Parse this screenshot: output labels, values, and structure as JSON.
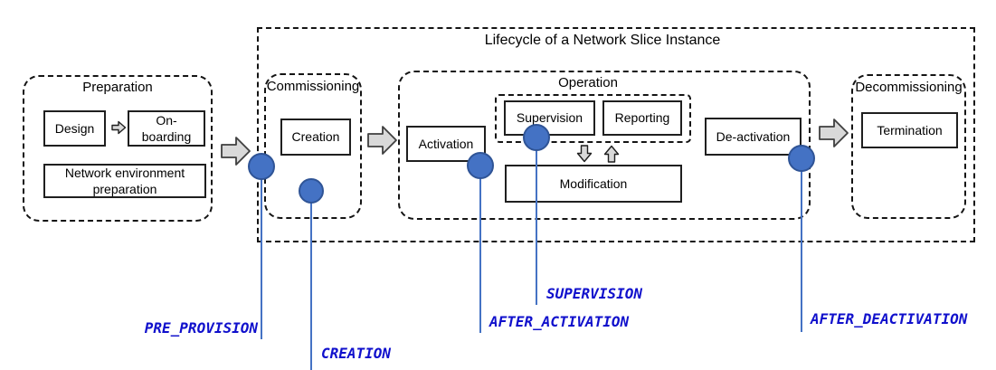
{
  "title": "Lifecycle of a Network Slice Instance",
  "phases": {
    "preparation": {
      "title": "Preparation",
      "design": "Design",
      "onboarding": "On-\nboarding",
      "network_env": "Network environment\npreparation"
    },
    "commissioning": {
      "title": "Commissioning",
      "creation": "Creation"
    },
    "operation": {
      "title": "Operation",
      "activation": "Activation",
      "supervision": "Supervision",
      "reporting": "Reporting",
      "modification": "Modification",
      "deactivation": "De-activation"
    },
    "decommissioning": {
      "title": "Decommissioning",
      "termination": "Termination"
    }
  },
  "markers": [
    {
      "label": "PRE_PROVISION"
    },
    {
      "label": "CREATION"
    },
    {
      "label": "AFTER_ACTIVATION"
    },
    {
      "label": "SUPERVISION"
    },
    {
      "label": "AFTER_DEACTIVATION"
    }
  ],
  "colors": {
    "marker_fill": "#4472c4",
    "marker_border": "#2f5496",
    "event_label_blue": "#1010cc",
    "arrow_fill": "#d9d9d9",
    "arrow_stroke": "#3f3f3f"
  }
}
